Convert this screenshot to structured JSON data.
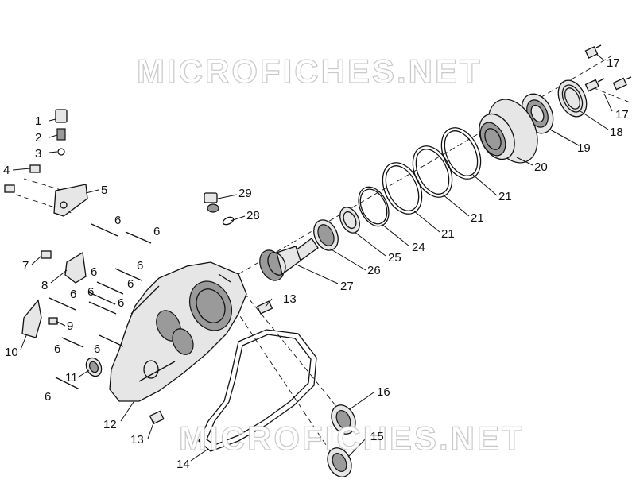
{
  "watermarks": [
    "MICROFICHES.NET",
    "MICROFICHES.NET"
  ],
  "callouts": [
    {
      "text": "1"
    },
    {
      "text": "2"
    },
    {
      "text": "3"
    },
    {
      "text": "4"
    },
    {
      "text": "5"
    },
    {
      "text": "6"
    },
    {
      "text": "6"
    },
    {
      "text": "6"
    },
    {
      "text": "6"
    },
    {
      "text": "6"
    },
    {
      "text": "6"
    },
    {
      "text": "6"
    },
    {
      "text": "6"
    },
    {
      "text": "6"
    },
    {
      "text": "6"
    },
    {
      "text": "7"
    },
    {
      "text": "8"
    },
    {
      "text": "9"
    },
    {
      "text": "10"
    },
    {
      "text": "11"
    },
    {
      "text": "12"
    },
    {
      "text": "13"
    },
    {
      "text": "13"
    },
    {
      "text": "14"
    },
    {
      "text": "15"
    },
    {
      "text": "16"
    },
    {
      "text": "17"
    },
    {
      "text": "17"
    },
    {
      "text": "18"
    },
    {
      "text": "19"
    },
    {
      "text": "20"
    },
    {
      "text": "21"
    },
    {
      "text": "21"
    },
    {
      "text": "21"
    },
    {
      "text": "24"
    },
    {
      "text": "25"
    },
    {
      "text": "26"
    },
    {
      "text": "27"
    },
    {
      "text": "28"
    },
    {
      "text": "29"
    }
  ]
}
